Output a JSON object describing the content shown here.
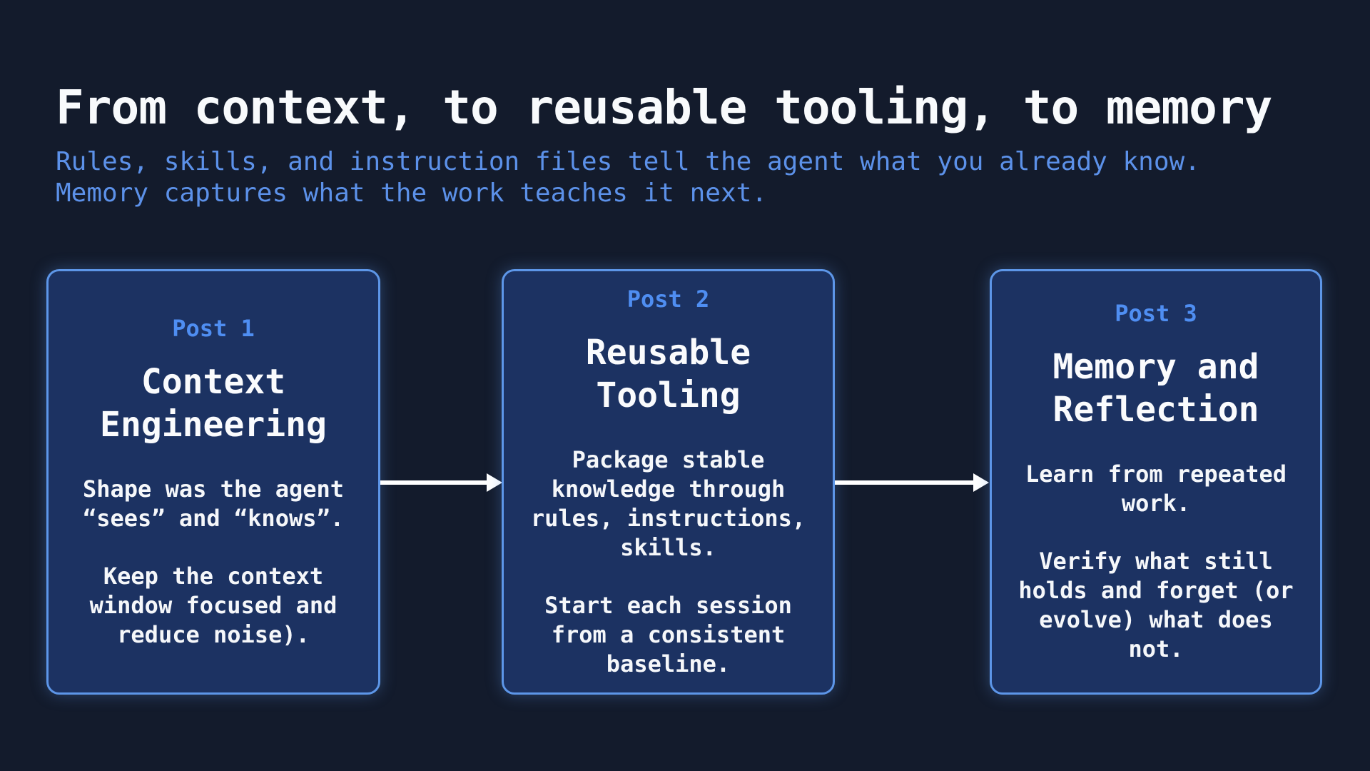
{
  "header": {
    "title": "From context, to reusable tooling, to memory",
    "subtitle": "Rules, skills, and instruction files tell the agent what you already know.\nMemory captures what the work teaches it next."
  },
  "cards": [
    {
      "label": "Post 1",
      "title": "Context\nEngineering",
      "paragraphs": [
        "Shape was the agent\n“sees” and “knows”.",
        "Keep the context\nwindow focused and\nreduce noise)."
      ]
    },
    {
      "label": "Post 2",
      "title": "Reusable\nTooling",
      "paragraphs": [
        "Package stable\nknowledge through\nrules, instructions,\nskills.",
        "Start each session\nfrom a consistent\nbaseline."
      ]
    },
    {
      "label": "Post 3",
      "title": "Memory and\nReflection",
      "paragraphs": [
        "Learn from repeated\nwork.",
        "Verify what still\nholds and forget (or\nevolve) what does\nnot."
      ]
    }
  ],
  "colors": {
    "background": "#131b2c",
    "card_fill": "#1c3262",
    "card_border": "#5d96e8",
    "accent_blue": "#4f8ef2",
    "subtitle_blue": "#5c91e9",
    "text_white": "#f5f7fa",
    "arrow_white": "#ffffff"
  }
}
